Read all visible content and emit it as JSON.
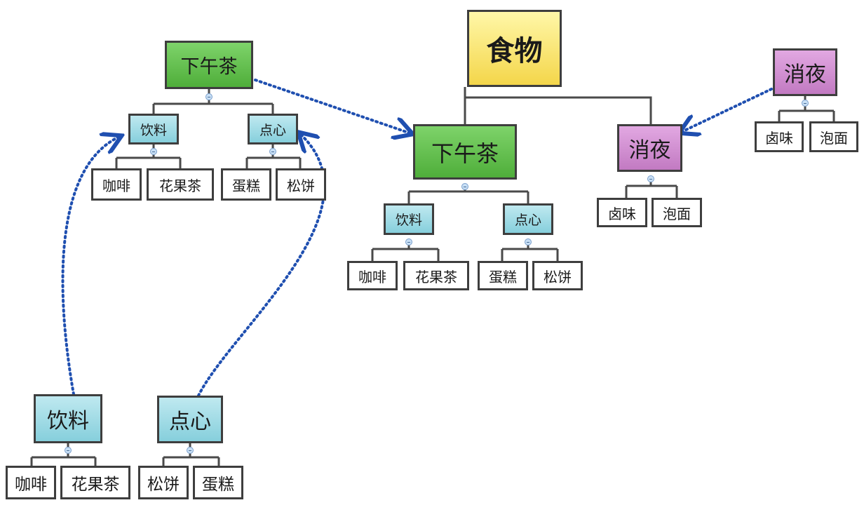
{
  "diagram": {
    "root": {
      "label": "食物"
    },
    "main": {
      "afternoon_tea": {
        "label": "下午茶",
        "drinks": {
          "label": "饮料",
          "items": [
            "咖啡",
            "花果茶"
          ]
        },
        "snacks": {
          "label": "点心",
          "items": [
            "蛋糕",
            "松饼"
          ]
        }
      },
      "late_night": {
        "label": "消夜",
        "items": [
          "卤味",
          "泡面"
        ]
      }
    },
    "floating_afternoon_tea": {
      "label": "下午茶",
      "drinks": {
        "label": "饮料",
        "items": [
          "咖啡",
          "花果茶"
        ]
      },
      "snacks": {
        "label": "点心",
        "items": [
          "蛋糕",
          "松饼"
        ]
      }
    },
    "floating_late_night": {
      "label": "消夜",
      "items": [
        "卤味",
        "泡面"
      ]
    },
    "floating_drinks": {
      "label": "饮料",
      "items": [
        "咖啡",
        "花果茶"
      ]
    },
    "floating_snacks": {
      "label": "点心",
      "items": [
        "松饼",
        "蛋糕"
      ]
    }
  },
  "colors": {
    "root": "#f4d64a",
    "afternoon_tea": "#4fae3a",
    "subtopic": "#86cfdc",
    "late_night": "#c27ac2",
    "leaf": "#ffffff",
    "node_border": "#3e3e3e",
    "relationship_arrow": "#1f4fb0",
    "collapse_toggle": "#c8dff5"
  },
  "icons": {
    "collapse_toggle": "minus-circle-icon",
    "relationship_arrow": "dotted-arrow"
  }
}
